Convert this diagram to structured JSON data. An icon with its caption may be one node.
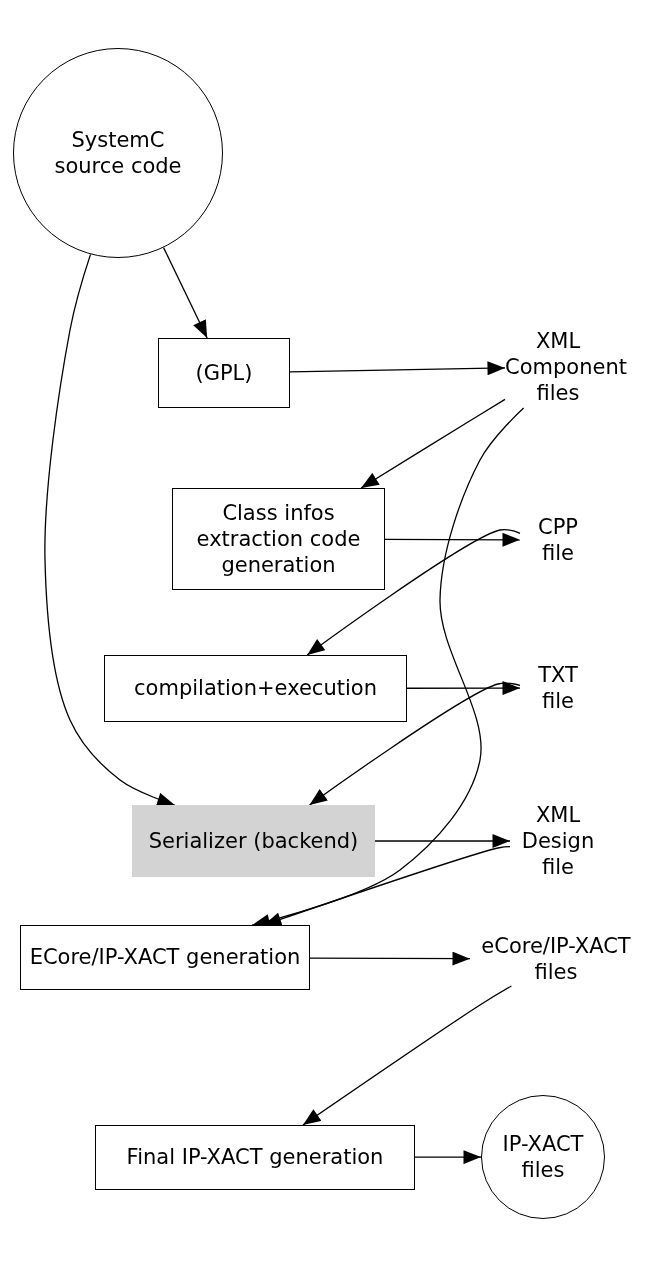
{
  "diagram": {
    "nodes": [
      {
        "text": [
          "SystemC source code"
        ]
      },
      {
        "text": [
          "(GPL)"
        ]
      },
      {
        "text": [
          "XML Component files"
        ]
      },
      {
        "text": [
          "Class infos extraction code generation"
        ]
      },
      {
        "text": [
          "CPP file"
        ]
      },
      {
        "text": [
          "compilation+execution"
        ]
      },
      {
        "text": [
          "TXT file"
        ]
      },
      {
        "text": [
          "Serializer (backend)"
        ]
      },
      {
        "text": [
          "XML Design file"
        ]
      },
      {
        "text": [
          "ECore/IP-XACT generation"
        ]
      },
      {
        "text": [
          "eCore/IP-XACT files"
        ]
      },
      {
        "text": [
          "Final IP-XACT generation"
        ]
      },
      {
        "text": [
          "IP-XACT files"
        ]
      }
    ],
    "edges": [
      {
        "from": 0,
        "to": 1,
        "arrow": "to"
      },
      {
        "from": 1,
        "to": 2,
        "arrow": "to"
      },
      {
        "from": 2,
        "to": 3,
        "arrow": "to"
      },
      {
        "from": 3,
        "to": 4,
        "arrow": "to"
      },
      {
        "from": 4,
        "to": 5,
        "arrow": "to"
      },
      {
        "from": 5,
        "to": 6,
        "arrow": "to"
      },
      {
        "from": 6,
        "to": 7,
        "arrow": "to"
      },
      {
        "from": 0,
        "to": 7,
        "arrow": "to"
      },
      {
        "from": 7,
        "to": 8,
        "arrow": "to"
      },
      {
        "from": 8,
        "to": 9,
        "arrow": "to"
      },
      {
        "from": 2,
        "to": 9,
        "arrow": "to"
      },
      {
        "from": 9,
        "to": 10,
        "arrow": "to"
      },
      {
        "from": 10,
        "to": 11,
        "arrow": "to"
      },
      {
        "from": 11,
        "to": 12,
        "arrow": "to"
      }
    ]
  }
}
